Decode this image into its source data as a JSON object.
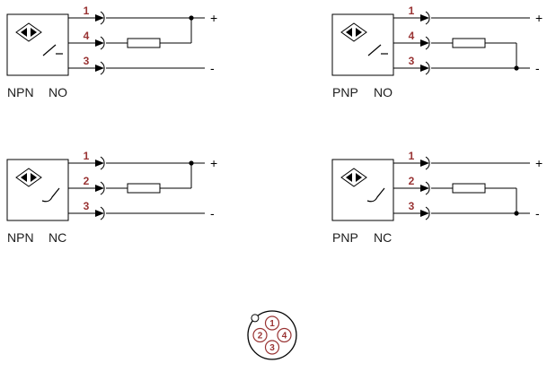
{
  "colors": {
    "line": "#000000",
    "pin_number": "#993333",
    "label_text": "#1c1c1c"
  },
  "circuits": [
    {
      "id": "npn-no",
      "type_label": "NPN",
      "mode_label": "NO",
      "pins": [
        "1",
        "4",
        "3"
      ],
      "switch": "NO",
      "load_to": "plus",
      "plus_label": "+",
      "minus_label": "-"
    },
    {
      "id": "pnp-no",
      "type_label": "PNP",
      "mode_label": "NO",
      "pins": [
        "1",
        "4",
        "3"
      ],
      "switch": "NO",
      "load_to": "minus",
      "plus_label": "+",
      "minus_label": "-"
    },
    {
      "id": "npn-nc",
      "type_label": "NPN",
      "mode_label": "NC",
      "pins": [
        "1",
        "2",
        "3"
      ],
      "switch": "NC",
      "load_to": "plus",
      "plus_label": "+",
      "minus_label": "-"
    },
    {
      "id": "pnp-nc",
      "type_label": "PNP",
      "mode_label": "NC",
      "pins": [
        "1",
        "2",
        "3"
      ],
      "switch": "NC",
      "load_to": "minus",
      "plus_label": "+",
      "minus_label": "-"
    }
  ],
  "connector": {
    "pins": [
      {
        "number": "1",
        "position": "top"
      },
      {
        "number": "2",
        "position": "left"
      },
      {
        "number": "4",
        "position": "right"
      },
      {
        "number": "3",
        "position": "bottom"
      }
    ]
  }
}
